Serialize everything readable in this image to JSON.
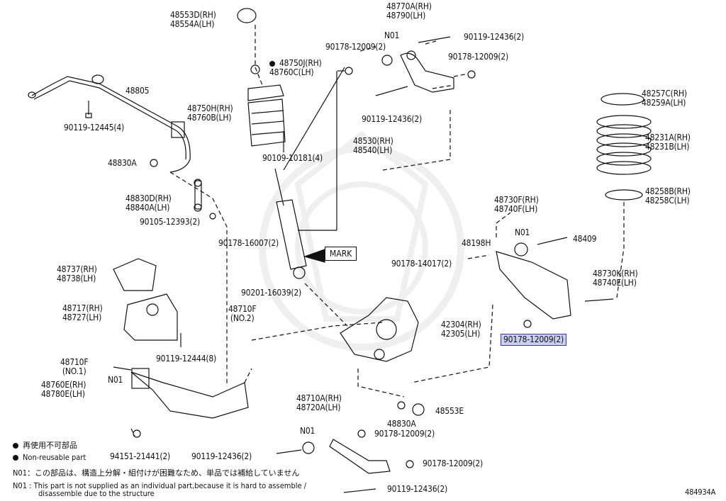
{
  "diagram_id": "484934A",
  "labels": {
    "p48553": "48553D(RH)\n48554A(LH)",
    "p48770": "48770A(RH)\n48790(LH)",
    "n01_top": "N01",
    "p90119_12436_a": "90119-12436(2)",
    "p90178_12009_a": "90178-12009(2)",
    "p90178_12009_b": "90178-12009(2)",
    "p48750j": "48750J(RH)\n48760C(LH)",
    "p48805": "48805",
    "p48750h": "48750H(RH)\n48760B(LH)",
    "p90119_12445": "90119-12445(4)",
    "p90119_12436_b": "90119-12436(2)",
    "p48257": "48257C(RH)\n48259A(LH)",
    "p48231": "48231A(RH)\n48231B(LH)",
    "p48530": "48530(RH)\n48540(LH)",
    "p90109": "90109-10181(4)",
    "p48830a_1": "48830A",
    "p48830d": "48830D(RH)\n48840A(LH)",
    "p90105": "90105-12393(2)",
    "p48258": "48258B(RH)\n48258C(LH)",
    "p48730f": "48730F(RH)\n48740F(LH)",
    "n01_mid": "N01",
    "p48409": "48409",
    "p48198h": "48198H",
    "p90178_16007": "90178-16007(2)",
    "mark": "MARK",
    "p90178_14017": "90178-14017(2)",
    "p48737": "48737(RH)\n48738(LH)",
    "p90201": "90201-16039(2)",
    "p48730k": "48730K(RH)\n48740E(LH)",
    "p48717": "48717(RH)\n48727(LH)",
    "p48710f_2": "48710F\n(NO.2)",
    "p42304": "42304(RH)\n42305(LH)",
    "p90178_12009_hl": "90178-12009(2)",
    "p90119_12444": "90119-12444(8)",
    "p48710f_1": "48710F\n(NO.1)",
    "p48760e": "48760E(RH)\n48780E(LH)",
    "n01_left": "N01",
    "p48710a": "48710A(RH)\n48720A(LH)",
    "p48553e": "48553E",
    "p48830a_2": "48830A",
    "n01_bot": "N01",
    "p90178_12009_c": "90178-12009(2)",
    "p94151": "94151-21441(2)",
    "p90119_12436_c": "90119-12436(2)",
    "p90178_12009_d": "90178-12009(2)",
    "p90119_12436_d": "90119-12436(2)"
  },
  "legend": {
    "jp": "再使用不可部品",
    "en": "Non-reusable part"
  },
  "notes": {
    "jp": "N01：この部品は、構造上分解・組付けが困難なため、単品では補給していません",
    "en_1": "N01 : This part is not supplied as an individual part,because it is hard to assemble /",
    "en_2": "disassemble due to the structure"
  },
  "colors": {
    "highlight_bg": "#c9cff0",
    "highlight_border": "#3b3b9a"
  }
}
